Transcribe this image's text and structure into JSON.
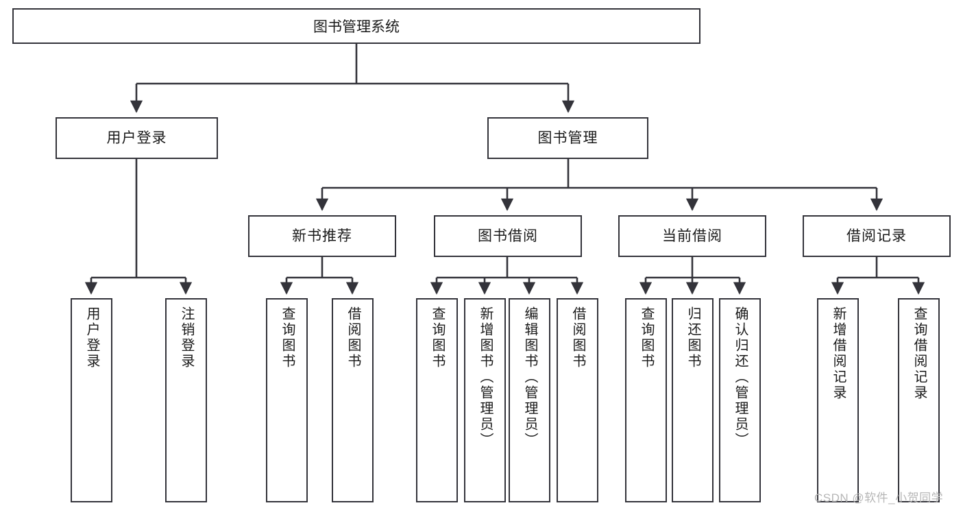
{
  "diagram": {
    "title": "图书管理系统",
    "type": "tree-hierarchy-diagram",
    "watermark": "CSDN @软件_小贺同学",
    "colors": {
      "box_border": "#33333a",
      "box_fill": "#ffffff",
      "text": "#1a1a1a",
      "watermark": "#b6b6b6"
    },
    "root": {
      "label": "图书管理系统"
    },
    "level2": [
      {
        "label": "用户登录"
      },
      {
        "label": "图书管理"
      }
    ],
    "level3": [
      {
        "label": "新书推荐"
      },
      {
        "label": "图书借阅"
      },
      {
        "label": "当前借阅"
      },
      {
        "label": "借阅记录"
      }
    ],
    "leaves": {
      "user_login": [
        {
          "label": "用户登录"
        },
        {
          "label": "注销登录"
        }
      ],
      "new_book_recommend": [
        {
          "label": "查询图书"
        },
        {
          "label": "借阅图书"
        }
      ],
      "book_borrow": [
        {
          "label": "查询图书"
        },
        {
          "label": "新增图书（管理员）"
        },
        {
          "label": "编辑图书（管理员）"
        },
        {
          "label": "借阅图书"
        }
      ],
      "current_borrow": [
        {
          "label": "查询图书"
        },
        {
          "label": "归还图书"
        },
        {
          "label": "确认归还（管理员）"
        }
      ],
      "borrow_record": [
        {
          "label": "新增借阅记录"
        },
        {
          "label": "查询借阅记录"
        }
      ]
    }
  }
}
